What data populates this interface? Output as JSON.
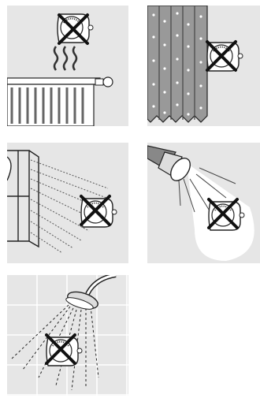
{
  "figure": {
    "panels": [
      {
        "id": "radiator",
        "hazard": "heat-source",
        "status": "not-allowed"
      },
      {
        "id": "curtain",
        "hazard": "covered-by-curtain",
        "status": "not-allowed"
      },
      {
        "id": "window-sun",
        "hazard": "direct-sunlight",
        "status": "not-allowed"
      },
      {
        "id": "lamp",
        "hazard": "lamp-light",
        "status": "not-allowed"
      },
      {
        "id": "shower",
        "hazard": "water-spray",
        "status": "not-allowed"
      }
    ],
    "colors": {
      "panel_bg": "#e6e6e6",
      "line": "#222222",
      "device_fill": "#ffffff",
      "light_beam": "#ffffff"
    }
  }
}
